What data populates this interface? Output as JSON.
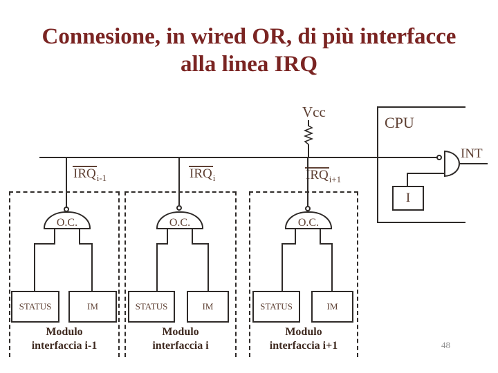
{
  "colors": {
    "title_text": "#7a2422",
    "label_text": "#5f4134",
    "caption_text": "#3f2a20",
    "line": "#2e2a28",
    "page_number": "#8f8f8f",
    "background": "#ffffff"
  },
  "slide": {
    "title_line1": "Connesione, in wired OR, di più interfacce",
    "title_line2": "alla linea IRQ",
    "page_number": "48"
  },
  "cpu": {
    "label": "CPU",
    "int_label": "INT",
    "register_label": "I"
  },
  "supply": {
    "vcc_label": "Vcc"
  },
  "irq_labels": [
    {
      "base": "IRQ",
      "sub": "i-1"
    },
    {
      "base": "IRQ",
      "sub": "i"
    },
    {
      "base": "IRQ",
      "sub": "i+1"
    }
  ],
  "modules": [
    {
      "oc": "O.C.",
      "status": "STATUS",
      "im": "IM",
      "caption1": "Modulo",
      "caption2": "interfaccia i-1"
    },
    {
      "oc": "O.C.",
      "status": "STATUS",
      "im": "IM",
      "caption1": "Modulo",
      "caption2": "interfaccia i"
    },
    {
      "oc": "O.C.",
      "status": "STATUS",
      "im": "IM",
      "caption1": "Modulo",
      "caption2": "interfaccia i+1"
    }
  ]
}
